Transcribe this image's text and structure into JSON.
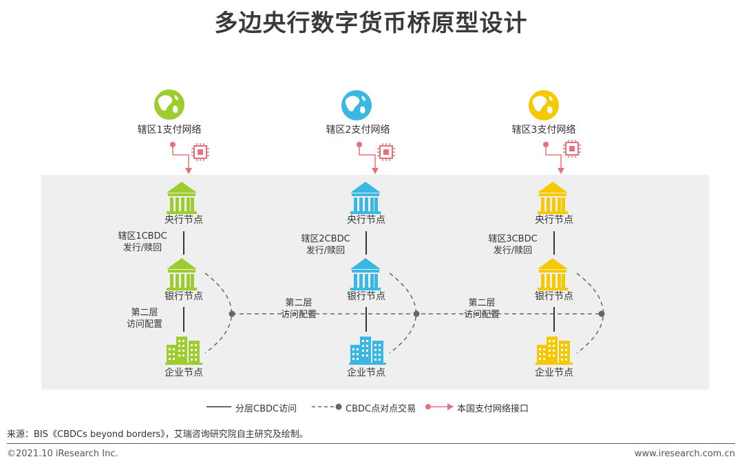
{
  "title": "多边央行数字货币桥原型设计",
  "colors": {
    "zone1": "#9ccc2d",
    "zone2": "#3ab7e3",
    "zone3": "#f5c800",
    "accent": "#e8707a",
    "line": "#666666"
  },
  "zones": [
    {
      "network": "辖区1支付网络",
      "central": "央行节点",
      "issue_line1": "辖区1CBDC",
      "issue_line2": "发行/赎回",
      "bank": "银行节点",
      "access_line1": "第二层",
      "access_line2": "访问配置",
      "enterprise": "企业节点"
    },
    {
      "network": "辖区2支付网络",
      "central": "央行节点",
      "issue_line1": "辖区2CBDC",
      "issue_line2": "发行/赎回",
      "bank": "银行节点",
      "access_line1": "第二层",
      "access_line2": "访问配置",
      "enterprise": "企业节点"
    },
    {
      "network": "辖区3支付网络",
      "central": "央行节点",
      "issue_line1": "辖区3CBDC",
      "issue_line2": "发行/赎回",
      "bank": "银行节点",
      "access_line1": "第二层",
      "access_line2": "访问配置",
      "enterprise": "企业节点"
    }
  ],
  "legend": {
    "layered": "分层CBDC访问",
    "p2p": "CBDC点对点交易",
    "interface": "本国支付网络接口"
  },
  "source": "来源：BIS《CBDCs beyond borders》，艾瑞咨询研究院自主研究及绘制。",
  "copyright": "©2021.10 iResearch Inc.",
  "website": "www.iresearch.com.cn"
}
